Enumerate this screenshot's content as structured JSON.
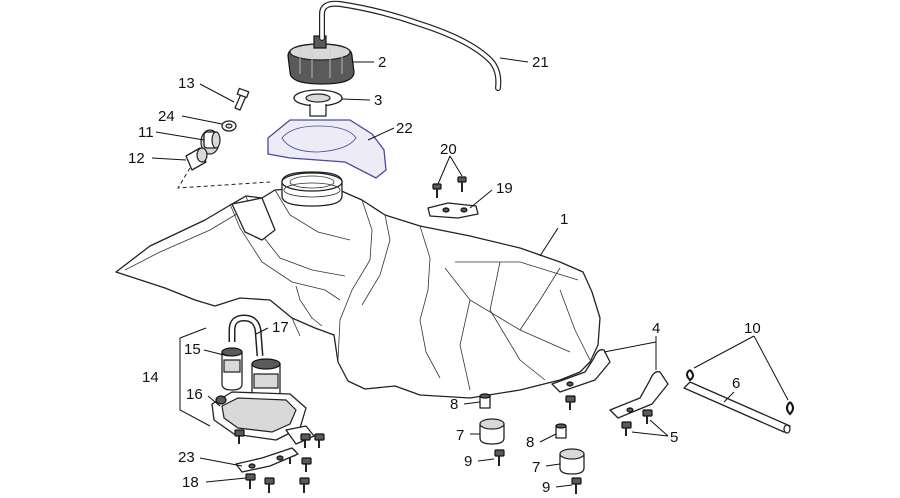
{
  "labels": {
    "p1": "1",
    "p2": "2",
    "p3": "3",
    "p4": "4",
    "p5": "5",
    "p6": "6",
    "p7a": "7",
    "p7b": "7",
    "p8a": "8",
    "p8b": "8",
    "p9a": "9",
    "p9b": "9",
    "p10": "10",
    "p11": "11",
    "p12": "12",
    "p13": "13",
    "p14": "14",
    "p15": "15",
    "p16": "16",
    "p17": "17",
    "p18": "18",
    "p19": "19",
    "p20": "20",
    "p21": "21",
    "p22": "22",
    "p23": "23",
    "p24": "24"
  }
}
